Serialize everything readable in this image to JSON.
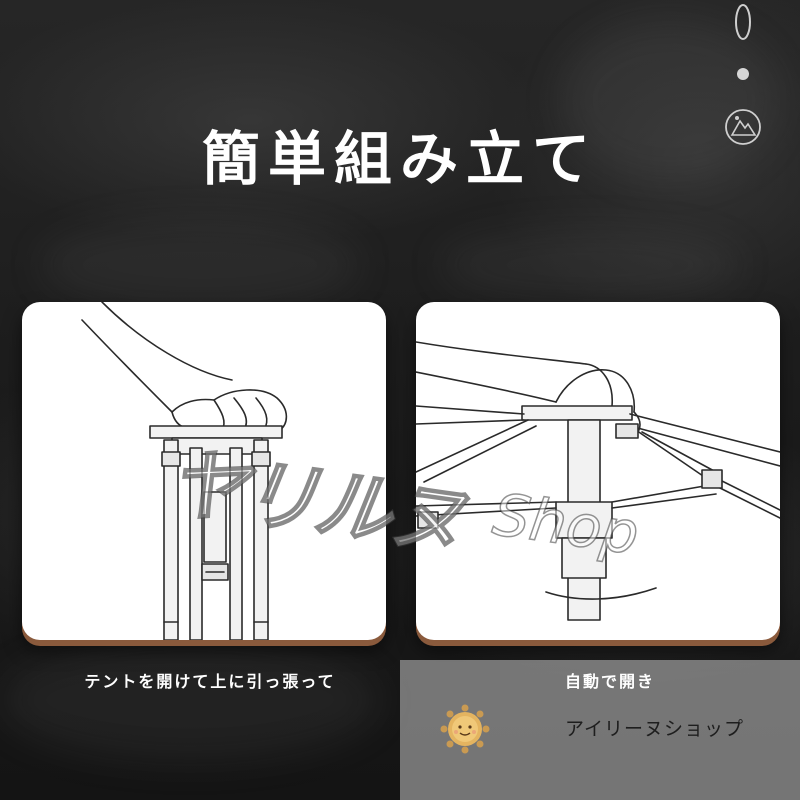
{
  "title": "簡単組み立て",
  "captions": {
    "left": "テントを開けて上に引っ張って",
    "right": "自動で開き"
  },
  "watermark": {
    "kana": "ヤリルヌ",
    "latin": "Shop"
  },
  "shop": {
    "name": "アイリーヌショップ",
    "logo_icon": "sun-face-icon"
  },
  "icons": {
    "top_right": [
      "oval-outline-icon",
      "dot-icon",
      "mountain-badge-icon"
    ]
  },
  "colors": {
    "background": "#1b1b1b",
    "panel": "#ffffff",
    "panel_edge": "#8a5a3c",
    "title": "#ffffff",
    "badge": "#9b9b9b"
  }
}
